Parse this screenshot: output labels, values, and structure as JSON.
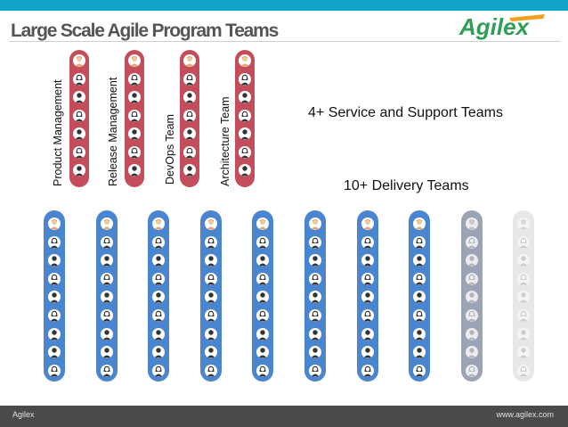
{
  "slide": {
    "title": "Large Scale Agile Program Teams",
    "brand": "Agilex",
    "colors": {
      "top_bar": "#11a3c8",
      "support_team": "#c44d5c",
      "delivery_team": "#4a86d0",
      "delivery_team_dim": "#9aa4b4",
      "delivery_team_faint": "#e7e7e7",
      "logo_green": "#2f9e57",
      "footer": "#4a4a4a"
    }
  },
  "support_teams": {
    "callout": "4+ Service and Support Teams",
    "teams": [
      {
        "label": "Product Management",
        "members": [
          "lead",
          "female",
          "male",
          "female",
          "male",
          "female",
          "male"
        ]
      },
      {
        "label": "Release Management",
        "members": [
          "lead",
          "female",
          "male",
          "female",
          "male",
          "female",
          "male"
        ]
      },
      {
        "label": "DevOps Team",
        "members": [
          "lead",
          "female",
          "male",
          "female",
          "male",
          "female",
          "male"
        ]
      },
      {
        "label": "Architecture Team",
        "members": [
          "lead",
          "female",
          "male",
          "female",
          "male",
          "female",
          "male"
        ]
      }
    ]
  },
  "delivery_teams": {
    "callout": "10+ Delivery Teams",
    "teams": [
      {
        "style": "normal",
        "members": [
          "lead",
          "female",
          "male",
          "female",
          "male",
          "female",
          "male",
          "male",
          "female"
        ]
      },
      {
        "style": "normal",
        "members": [
          "lead",
          "female",
          "male",
          "female",
          "male",
          "female",
          "male",
          "male",
          "female"
        ]
      },
      {
        "style": "normal",
        "members": [
          "lead",
          "female",
          "male",
          "female",
          "male",
          "female",
          "male",
          "male",
          "female"
        ]
      },
      {
        "style": "normal",
        "members": [
          "lead",
          "female",
          "male",
          "female",
          "male",
          "female",
          "male",
          "male",
          "female"
        ]
      },
      {
        "style": "normal",
        "members": [
          "lead",
          "female",
          "male",
          "female",
          "male",
          "female",
          "male",
          "male",
          "female"
        ]
      },
      {
        "style": "normal",
        "members": [
          "lead",
          "female",
          "male",
          "female",
          "male",
          "female",
          "male",
          "male",
          "female"
        ]
      },
      {
        "style": "normal",
        "members": [
          "lead",
          "female",
          "male",
          "female",
          "male",
          "female",
          "male",
          "male",
          "female"
        ]
      },
      {
        "style": "normal",
        "members": [
          "lead",
          "female",
          "male",
          "female",
          "male",
          "female",
          "male",
          "male",
          "female"
        ]
      },
      {
        "style": "dim",
        "members": [
          "lead",
          "female",
          "male",
          "female",
          "male",
          "female",
          "male",
          "male",
          "female"
        ]
      },
      {
        "style": "faint",
        "members": [
          "lead",
          "female",
          "male",
          "female",
          "male",
          "female",
          "male",
          "male",
          "female"
        ]
      }
    ]
  },
  "footer": {
    "left": "Agilex",
    "right": "www.agilex.com"
  }
}
